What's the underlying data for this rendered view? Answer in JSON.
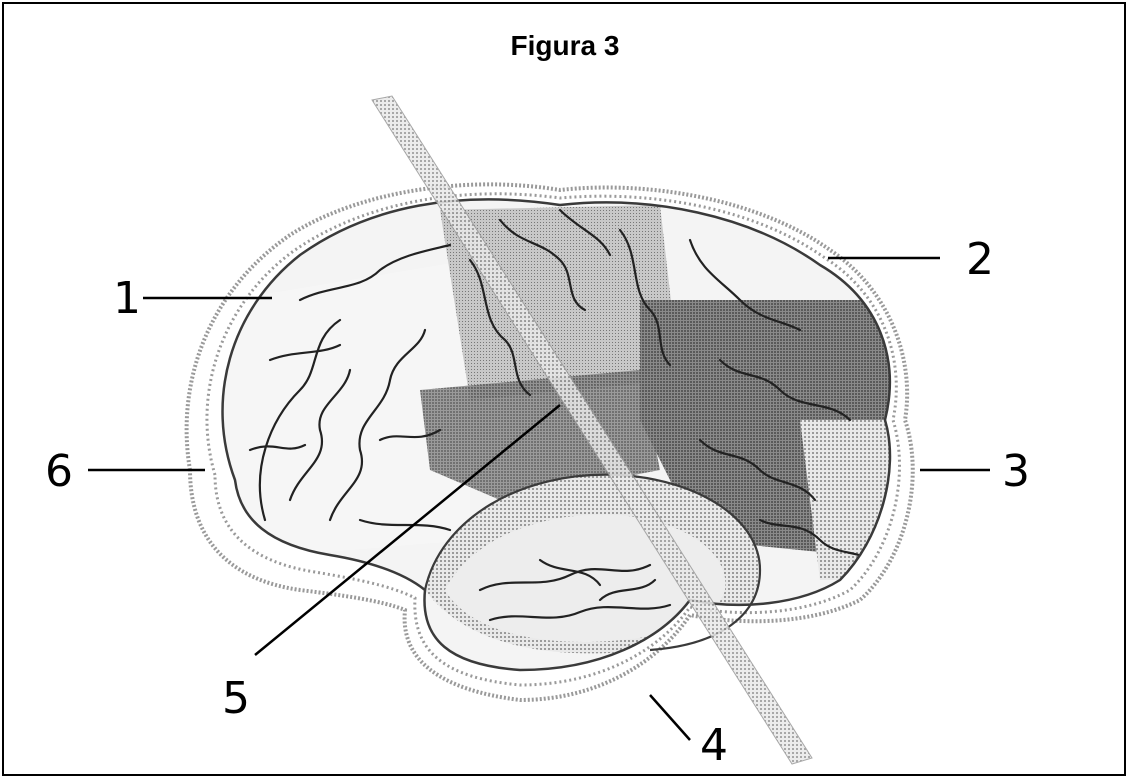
{
  "figure": {
    "title": "Figura 3",
    "labels": [
      "1",
      "2",
      "3",
      "4",
      "5",
      "6"
    ]
  }
}
